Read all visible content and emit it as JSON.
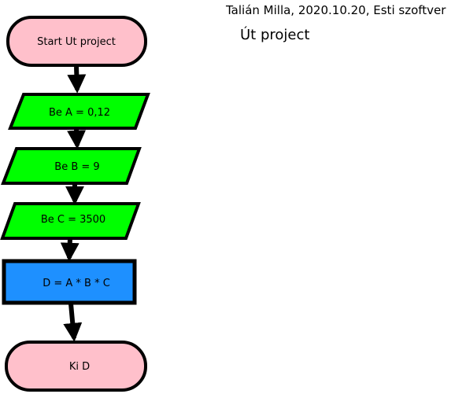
{
  "header": {
    "meta_line": "Talián Milla, 2020.10.20, Esti szoftver",
    "title": "Út project"
  },
  "colors": {
    "terminal_fill": "#ffc0cb",
    "io_fill": "#00ff00",
    "process_fill": "#1e90ff",
    "stroke": "#000000"
  },
  "flowchart": {
    "nodes": [
      {
        "id": "start",
        "kind": "terminal",
        "label": "Start Ut project"
      },
      {
        "id": "input-a",
        "kind": "io",
        "label": "Be A = 0,12"
      },
      {
        "id": "input-b",
        "kind": "io",
        "label": "Be B =  9"
      },
      {
        "id": "input-c",
        "kind": "io",
        "label": "Be C = 3500"
      },
      {
        "id": "compute-d",
        "kind": "process",
        "label": "D =  A * B * C"
      },
      {
        "id": "output-d",
        "kind": "terminal",
        "label": "Ki D"
      }
    ],
    "edges": [
      {
        "from": "start",
        "to": "input-a"
      },
      {
        "from": "input-a",
        "to": "input-b"
      },
      {
        "from": "input-b",
        "to": "input-c"
      },
      {
        "from": "input-c",
        "to": "compute-d"
      },
      {
        "from": "compute-d",
        "to": "output-d"
      }
    ]
  }
}
